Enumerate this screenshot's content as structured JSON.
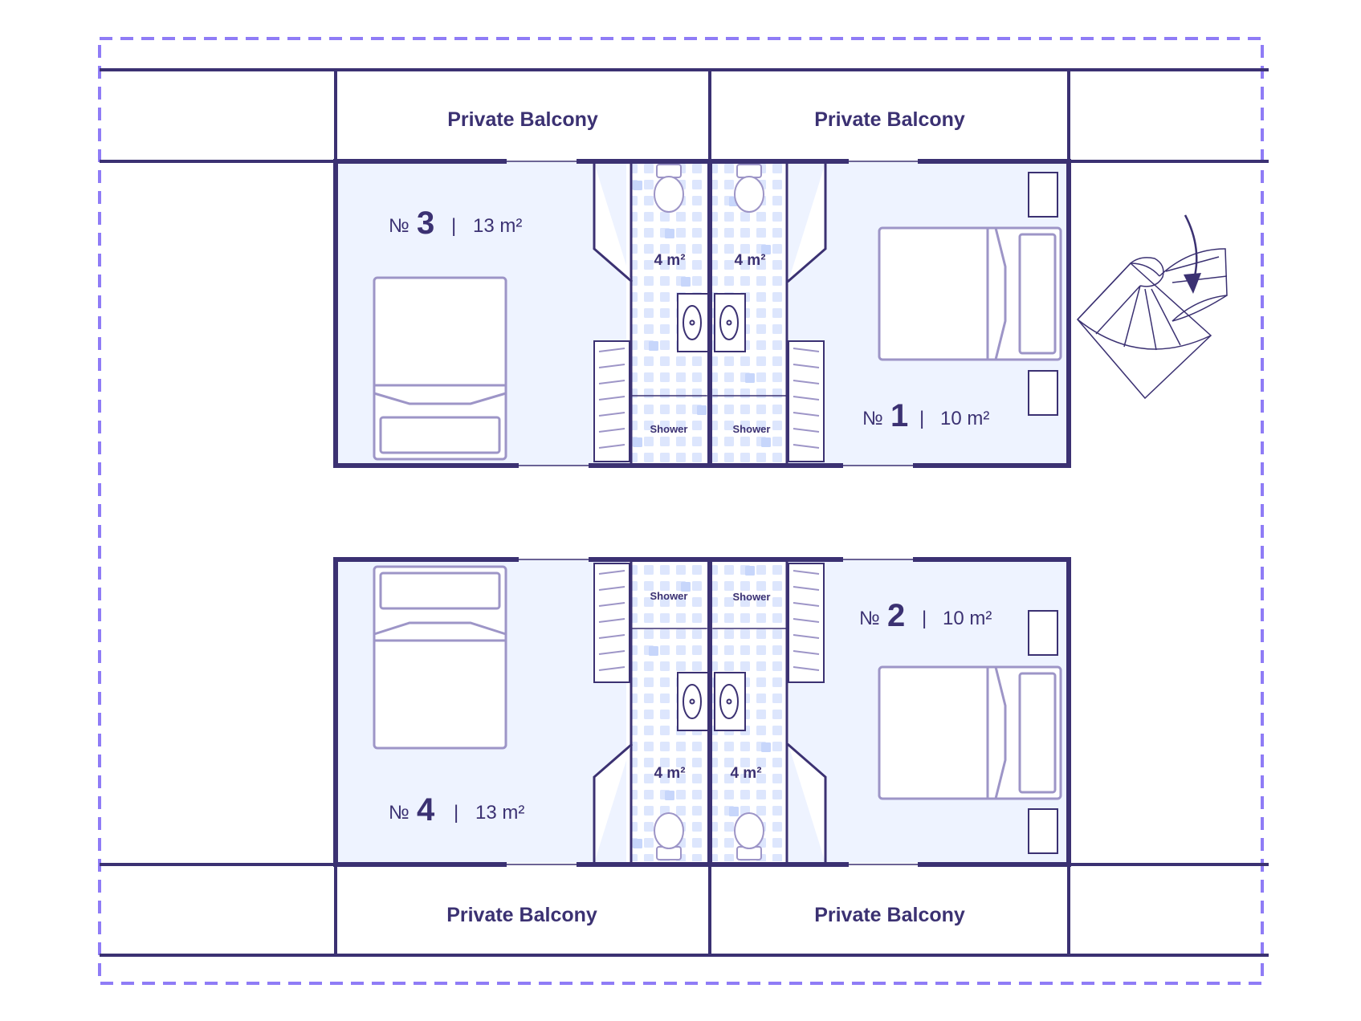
{
  "colors": {
    "wall": "#3b3172",
    "furniture": "#9d95c7",
    "room_fill": "#eef3ff",
    "tile": "#c7d6fb",
    "boundary": "#8f7cf6"
  },
  "balconies": [
    {
      "label": "Private Balcony"
    },
    {
      "label": "Private Balcony"
    },
    {
      "label": "Private Balcony"
    },
    {
      "label": "Private Balcony"
    }
  ],
  "rooms": [
    {
      "prefix": "№",
      "number": "3",
      "sep": "|",
      "area": "13 m²"
    },
    {
      "prefix": "№",
      "number": "1",
      "sep": "|",
      "area": "10 m²"
    },
    {
      "prefix": "№",
      "number": "2",
      "sep": "|",
      "area": "10 m²"
    },
    {
      "prefix": "№",
      "number": "4",
      "sep": "|",
      "area": "13 m²"
    }
  ],
  "bathrooms": [
    {
      "area": "4 m²",
      "shower": "Shower"
    },
    {
      "area": "4 m²",
      "shower": "Shower"
    },
    {
      "area": "4 m²",
      "shower": "Shower"
    },
    {
      "area": "4 m²",
      "shower": "Shower"
    }
  ],
  "icons": [
    "bed-icon",
    "toilet-icon",
    "sink-icon",
    "wardrobe-icon",
    "nightstand-icon",
    "spiral-staircase-icon",
    "direction-arrow-icon"
  ]
}
